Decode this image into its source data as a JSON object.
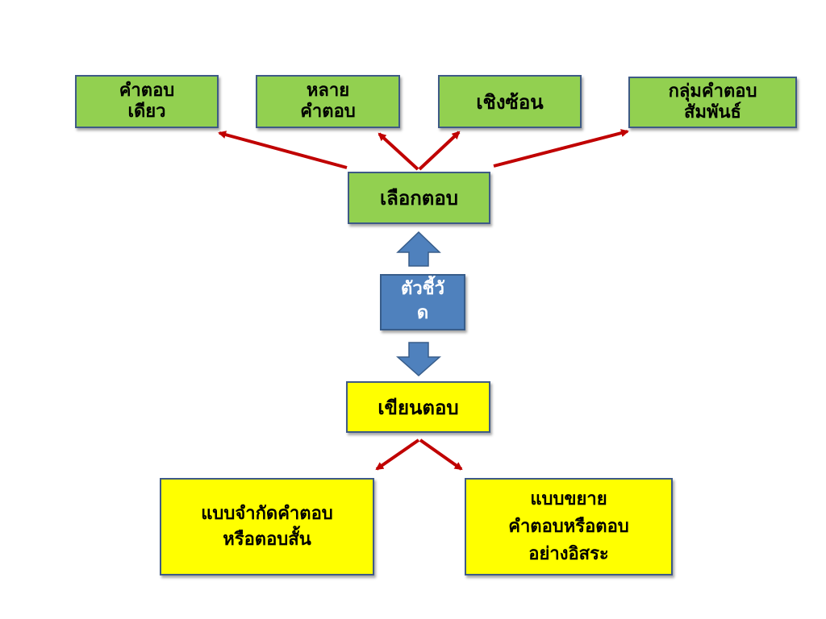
{
  "nodes": {
    "single_answer": "คำตอบ\nเดียว",
    "multiple_answer": "หลาย\nคำตอบ",
    "complex": "เชิงซ้อน",
    "related_group": "กลุ่มคำตอบ\nสัมพันธ์",
    "choose_answer": "เลือกตอบ",
    "indicator": "ตัวชี้วั\nด",
    "write_answer": "เขียนตอบ",
    "restricted": "แบบจำกัดคำตอบ\nหรือตอบสั้น",
    "extended": "แบบขยาย\nคำตอบหรือตอบ\nอย่างอิสระ"
  },
  "colors": {
    "green": "#92d050",
    "yellow": "#ffff00",
    "blue": "#4f81bd",
    "arrow_red": "#c00000",
    "border": "#3e5a86"
  }
}
